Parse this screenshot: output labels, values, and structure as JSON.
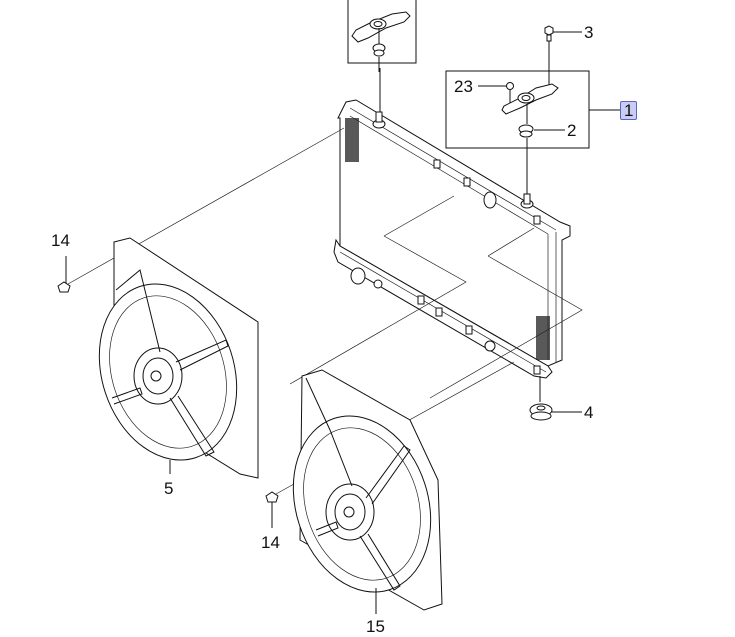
{
  "diagram": {
    "title": "Radiator and cooling fan assembly exploded view",
    "callouts": [
      {
        "id": "callout-1",
        "label": "1",
        "highlighted": true,
        "part": "radiator-assembly"
      },
      {
        "id": "callout-2",
        "label": "2",
        "part": "mount-bushing-upper"
      },
      {
        "id": "callout-3",
        "label": "3",
        "part": "bolt"
      },
      {
        "id": "callout-4",
        "label": "4",
        "part": "mount-bushing-lower"
      },
      {
        "id": "callout-5",
        "label": "5",
        "part": "cooling-fan-left"
      },
      {
        "id": "callout-14a",
        "label": "14",
        "part": "fan-screw-left"
      },
      {
        "id": "callout-14b",
        "label": "14",
        "part": "fan-screw-right"
      },
      {
        "id": "callout-15",
        "label": "15",
        "part": "cooling-fan-right"
      },
      {
        "id": "callout-23",
        "label": "23",
        "part": "bracket-pin"
      }
    ],
    "highlight_color": "#c9cdf4",
    "highlight_border": "#5b64c8"
  }
}
